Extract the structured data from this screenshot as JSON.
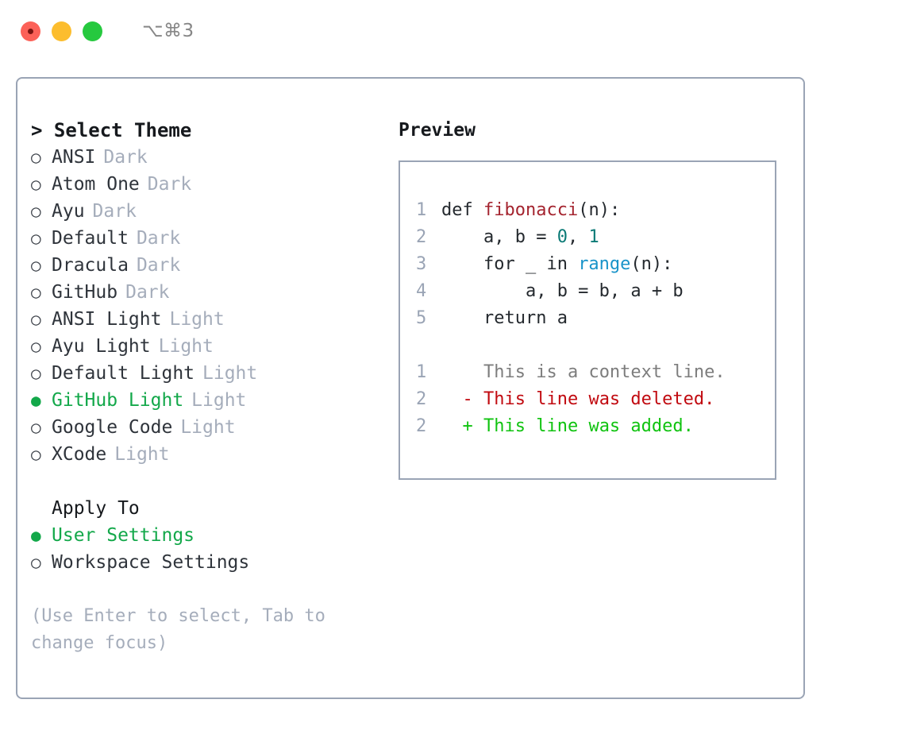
{
  "titlebar": {
    "shortcut": "⌥⌘3",
    "lights": [
      "close",
      "minimize",
      "maximize"
    ]
  },
  "theme_list": {
    "header": "> Select Theme",
    "bullet_off": "○",
    "bullet_on": "●",
    "items": [
      {
        "name": "ANSI",
        "variant": "Dark",
        "selected": false
      },
      {
        "name": "Atom One",
        "variant": "Dark",
        "selected": false
      },
      {
        "name": "Ayu",
        "variant": "Dark",
        "selected": false
      },
      {
        "name": "Default",
        "variant": "Dark",
        "selected": false
      },
      {
        "name": "Dracula",
        "variant": "Dark",
        "selected": false
      },
      {
        "name": "GitHub",
        "variant": "Dark",
        "selected": false
      },
      {
        "name": "ANSI Light",
        "variant": "Light",
        "selected": false
      },
      {
        "name": "Ayu Light",
        "variant": "Light",
        "selected": false
      },
      {
        "name": "Default Light",
        "variant": "Light",
        "selected": false
      },
      {
        "name": "GitHub Light",
        "variant": "Light",
        "selected": true
      },
      {
        "name": "Google Code",
        "variant": "Light",
        "selected": false
      },
      {
        "name": "XCode",
        "variant": "Light",
        "selected": false
      }
    ]
  },
  "apply_to": {
    "title": "Apply To",
    "items": [
      {
        "name": "User Settings",
        "selected": true
      },
      {
        "name": "Workspace Settings",
        "selected": false
      }
    ]
  },
  "hint": "(Use Enter to select, Tab to change focus)",
  "preview": {
    "title": "Preview",
    "code_lines": [
      {
        "no": "1",
        "tokens": [
          {
            "t": "def ",
            "k": "plain"
          },
          {
            "t": "fibonacci",
            "k": "fn"
          },
          {
            "t": "(n):",
            "k": "plain"
          }
        ]
      },
      {
        "no": "2",
        "tokens": [
          {
            "t": "    a, b = ",
            "k": "plain"
          },
          {
            "t": "0",
            "k": "num"
          },
          {
            "t": ", ",
            "k": "plain"
          },
          {
            "t": "1",
            "k": "num"
          }
        ]
      },
      {
        "no": "3",
        "tokens": [
          {
            "t": "    for _ in ",
            "k": "plain"
          },
          {
            "t": "range",
            "k": "builtin"
          },
          {
            "t": "(n):",
            "k": "plain"
          }
        ]
      },
      {
        "no": "4",
        "tokens": [
          {
            "t": "        a, b = b, a + b",
            "k": "plain"
          }
        ]
      },
      {
        "no": "5",
        "tokens": [
          {
            "t": "    return a",
            "k": "plain"
          }
        ]
      }
    ],
    "diff_lines": [
      {
        "no": "1",
        "marker": " ",
        "text": " This is a context line.",
        "kind": "ctx"
      },
      {
        "no": "2",
        "marker": "-",
        "text": " This line was deleted.",
        "kind": "del"
      },
      {
        "no": "2",
        "marker": "+",
        "text": " This line was added.",
        "kind": "add"
      }
    ]
  },
  "colors": {
    "accent_green": "#13a84a",
    "muted_gray": "#a5adbb",
    "border": "#9aa4b5",
    "fn_red": "#a4242f",
    "number_teal": "#0b7a76",
    "builtin_blue": "#1893c9",
    "diff_delete": "#c10a10",
    "diff_add": "#10c310",
    "text": "#24292e"
  }
}
